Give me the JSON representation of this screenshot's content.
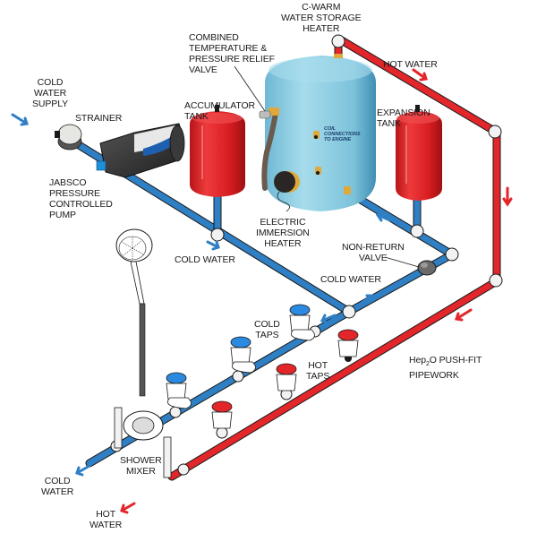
{
  "diagram": {
    "title": "Water system layout",
    "colors": {
      "cold_pipe": "#2f7fc4",
      "hot_pipe": "#e3262a",
      "tank_red": "#e02428",
      "heater_blue": "#8fd0e6",
      "fitting": "#f2f2f2",
      "outline": "#1a1a1a",
      "brass": "#e0a83a"
    },
    "labels": {
      "heater": "C-WARM\nWATER STORAGE\nHEATER",
      "relief_valve": "COMBINED\nTEMPERATURE &\nPRESSURE RELIEF\nVALVE",
      "hot_water_top": "HOT WATER",
      "cold_supply": "COLD\nWATER\nSUPPLY",
      "strainer": "STRAINER",
      "accumulator": "ACCUMULATOR\nTANK",
      "expansion": "EXPANSION\nTANK",
      "coil": "COIL\nCONNECTIONS\nTO ENGINE",
      "pump": "JABSCO\nPRESSURE\nCONTROLLED\nPUMP",
      "immersion": "ELECTRIC\nIMMERSION\nHEATER",
      "cold_water_1": "COLD WATER",
      "non_return": "NON-RETURN\nVALVE",
      "cold_water_2": "COLD WATER",
      "cold_taps": "COLD\nTAPS",
      "hot_taps": "HOT\nTAPS",
      "pipework_pre": "Hep",
      "pipework_sub": "2",
      "pipework_post": "O PUSH-FIT",
      "pipework_line2": "PIPEWORK",
      "shower_mixer": "SHOWER\nMIXER",
      "cold_out": "COLD\nWATER",
      "hot_out": "HOT\nWATER"
    }
  }
}
